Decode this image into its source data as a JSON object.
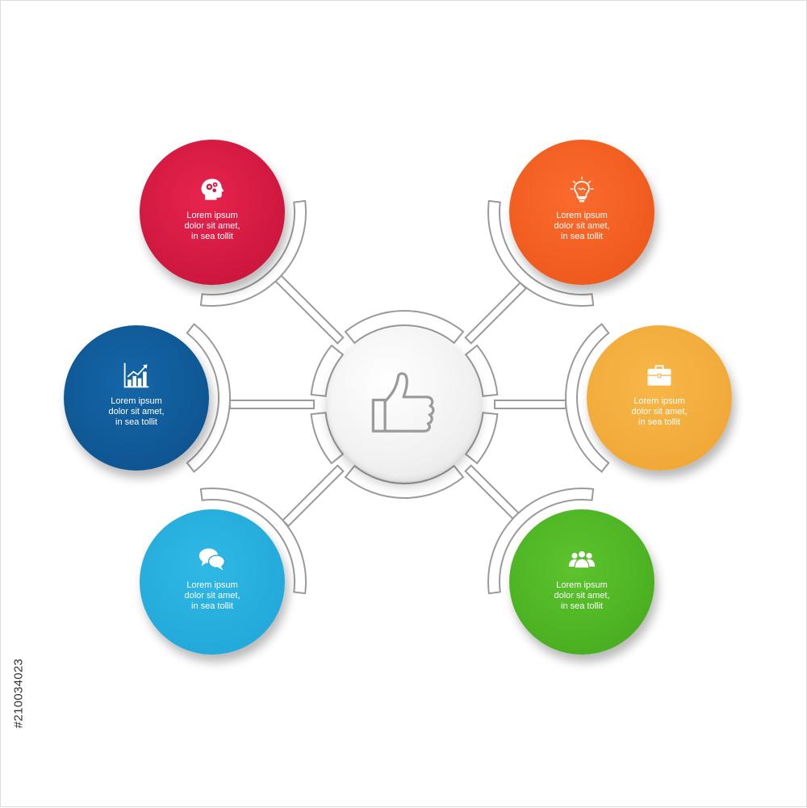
{
  "colors": {
    "red": "#d61a43",
    "orange": "#f4621f",
    "dark_blue": "#0e5a9c",
    "yellow": "#f3ae3c",
    "light_blue": "#27aedd",
    "green": "#4fb725",
    "connector": "#9a9a9a",
    "center": "#f2f2f2"
  },
  "center": {
    "icon": "thumbs-up-icon"
  },
  "nodes": [
    {
      "id": "1",
      "color": "red",
      "icon": "head-gears-icon",
      "lines": [
        "Lorem ipsum",
        "dolor sit amet,",
        "in sea tollit"
      ]
    },
    {
      "id": "2",
      "color": "orange",
      "icon": "lightbulb-icon",
      "lines": [
        "Lorem ipsum",
        "dolor sit amet,",
        "in sea tollit"
      ]
    },
    {
      "id": "3",
      "color": "dark_blue",
      "icon": "bar-chart-icon",
      "lines": [
        "Lorem ipsum",
        "dolor sit amet,",
        "in sea tollit"
      ]
    },
    {
      "id": "4",
      "color": "yellow",
      "icon": "briefcase-icon",
      "lines": [
        "Lorem ipsum",
        "dolor sit amet,",
        "in sea tollit"
      ]
    },
    {
      "id": "5",
      "color": "light_blue",
      "icon": "speech-bubbles-icon",
      "lines": [
        "Lorem ipsum",
        "dolor sit amet,",
        "in sea tollit"
      ]
    },
    {
      "id": "6",
      "color": "green",
      "icon": "users-group-icon",
      "lines": [
        "Lorem ipsum",
        "dolor sit amet,",
        "in sea tollit"
      ]
    }
  ],
  "stock_id": "#210034023"
}
